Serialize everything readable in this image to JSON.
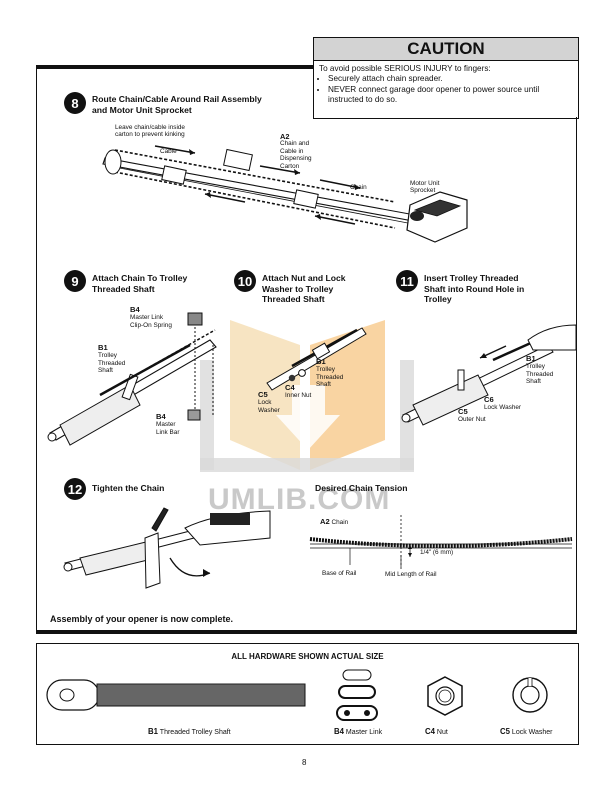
{
  "caution": {
    "title": "CAUTION",
    "intro": "To avoid possible SERIOUS INJURY to fingers:",
    "items": [
      "Securely attach chain spreader.",
      "NEVER connect garage door opener to power source until instructed to do so."
    ]
  },
  "step8": {
    "number": "8",
    "title_line1": "Route Chain/Cable Around Rail Assembly",
    "title_line2": "and Motor Unit Sprocket",
    "labels": {
      "leave_line1": "Leave chain/cable inside",
      "leave_line2": "carton to prevent kinking",
      "cable": "Cable",
      "a2_code": "A2",
      "a2_line1": "Chain and",
      "a2_line2": "Cable in",
      "a2_line3": "Dispensing",
      "a2_line4": "Carton",
      "chain": "Chain",
      "motor_line1": "Motor Unit",
      "motor_line2": "Sprocket"
    }
  },
  "step9": {
    "number": "9",
    "title_line1": "Attach Chain To Trolley",
    "title_line2": "Threaded Shaft",
    "labels": {
      "b4_code": "B4",
      "b4_line1": "Master Link",
      "b4_line2": "Clip-On Spring",
      "b1_code": "B1",
      "b1_line1": "Trolley",
      "b1_line2": "Threaded",
      "b1_line3": "Shaft",
      "b4b_code": "B4",
      "b4b_line1": "Master",
      "b4b_line2": "Link Bar"
    }
  },
  "step10": {
    "number": "10",
    "title_line1": "Attach Nut and Lock",
    "title_line2": "Washer to Trolley",
    "title_line3": "Threaded Shaft",
    "labels": {
      "b1_code": "B1",
      "b1_line1": "Trolley",
      "b1_line2": "Threaded",
      "b1_line3": "Shaft",
      "c4_code": "C4",
      "c4_line1": "Inner Nut",
      "c5_code": "C5",
      "c5_line1": "Lock",
      "c5_line2": "Washer"
    }
  },
  "step11": {
    "number": "11",
    "title_line1": "Insert Trolley Threaded",
    "title_line2": "Shaft into Round Hole in",
    "title_line3": "Trolley",
    "labels": {
      "b1_code": "B1",
      "b1_line1": "Trolley",
      "b1_line2": "Threaded",
      "b1_line3": "Shaft",
      "c6_code": "C6",
      "c6_line1": "Lock Washer",
      "c5_code": "C5",
      "c5_line1": "Outer Nut"
    }
  },
  "step12": {
    "number": "12",
    "title": "Tighten the Chain"
  },
  "tension": {
    "title": "Desired Chain Tension",
    "a2_code": "A2",
    "a2_label": "Chain",
    "measure": "1/4\" (6 mm)",
    "base": "Base of Rail",
    "mid": "Mid Length of Rail"
  },
  "complete": "Assembly of your opener is now complete.",
  "hardware": {
    "title": "ALL HARDWARE SHOWN ACTUAL SIZE",
    "items": [
      {
        "code": "B1",
        "label": "Threaded Trolley Shaft"
      },
      {
        "code": "B4",
        "label": "Master Link"
      },
      {
        "code": "C4",
        "label": "Nut"
      },
      {
        "code": "C5",
        "label": "Lock Washer"
      }
    ]
  },
  "watermark": "UMLIB.COM",
  "page_number": "8"
}
